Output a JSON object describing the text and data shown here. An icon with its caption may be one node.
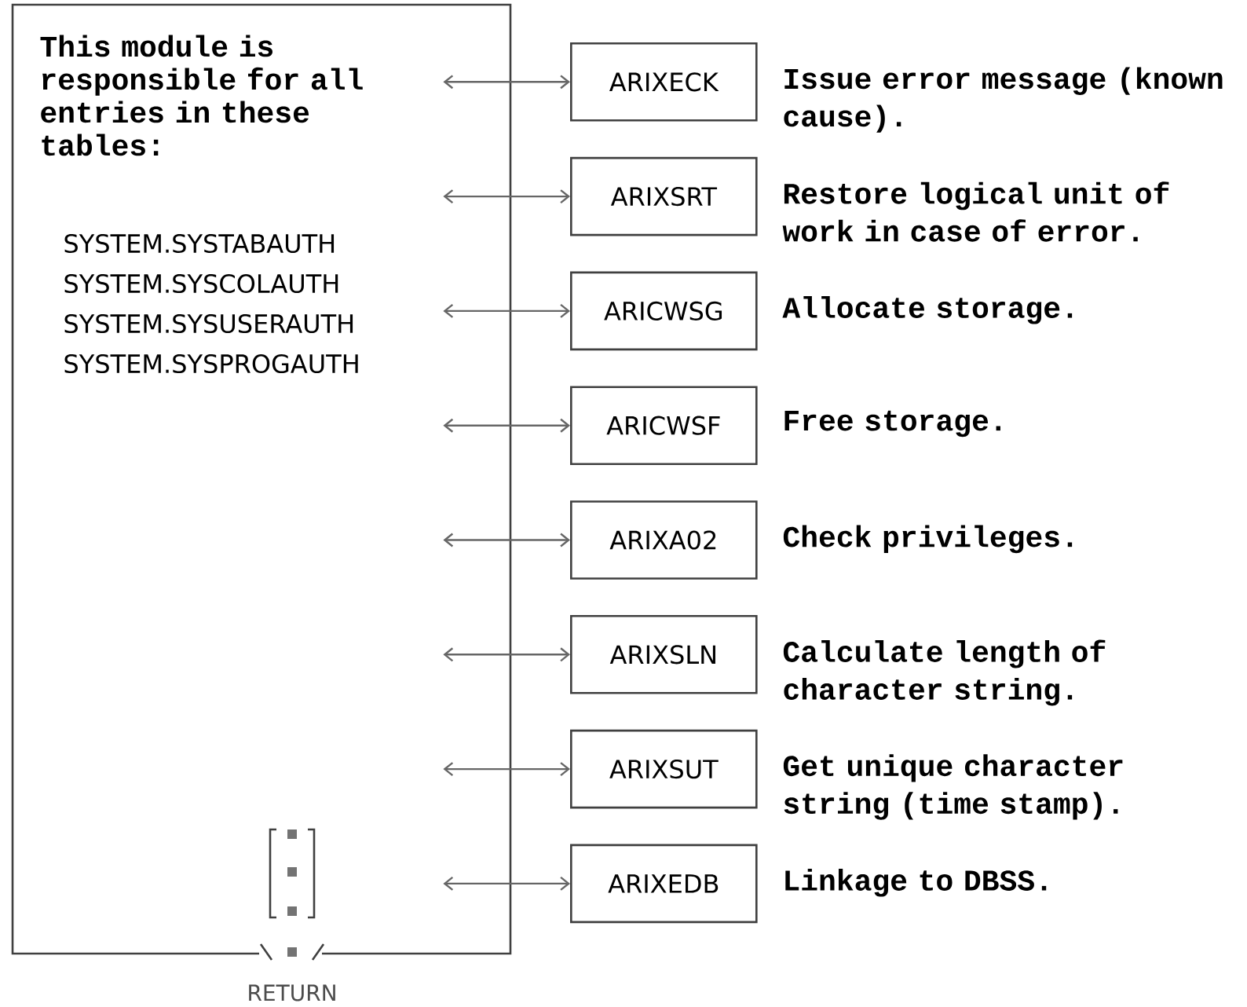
{
  "diagram": {
    "nodes": [
      {
        "text": [
          "This module is responsible for all entries in these tables:",
          "SYSTEM.SYSTABAUTH",
          "SYSTEM.SYSCOLAUTH",
          "SYSTEM.SYSUSERAUTH",
          "SYSTEM.SYSPROGAUTH"
        ],
        "beside": [
          "RETURN"
        ]
      },
      {
        "text": [
          "ARIXECK"
        ],
        "beside": [
          "Issue error message (known cause)."
        ]
      },
      {
        "text": [
          "ARIXSRT"
        ],
        "beside": [
          "Restore logical unit of work in case of error."
        ]
      },
      {
        "text": [
          "ARICWSG"
        ],
        "beside": [
          "Allocate storage."
        ]
      },
      {
        "text": [
          "ARICWSF"
        ],
        "beside": [
          "Free storage."
        ]
      },
      {
        "text": [
          "ARIXA02"
        ],
        "beside": [
          "Check privileges."
        ]
      },
      {
        "text": [
          "ARIXSLN"
        ],
        "beside": [
          "Calculate length of character string."
        ]
      },
      {
        "text": [
          "ARIXSUT"
        ],
        "beside": [
          "Get unique character string (time stamp)."
        ]
      },
      {
        "text": [
          "ARIXEDB"
        ],
        "beside": [
          "Linkage to DBSS."
        ]
      }
    ],
    "edges": [
      {
        "from": 0,
        "to": 1,
        "arrow": "both"
      },
      {
        "from": 0,
        "to": 2,
        "arrow": "both"
      },
      {
        "from": 0,
        "to": 3,
        "arrow": "both"
      },
      {
        "from": 0,
        "to": 4,
        "arrow": "both"
      },
      {
        "from": 0,
        "to": 5,
        "arrow": "both"
      },
      {
        "from": 0,
        "to": 6,
        "arrow": "both"
      },
      {
        "from": 0,
        "to": 7,
        "arrow": "both"
      },
      {
        "from": 0,
        "to": 8,
        "arrow": "both"
      }
    ]
  }
}
